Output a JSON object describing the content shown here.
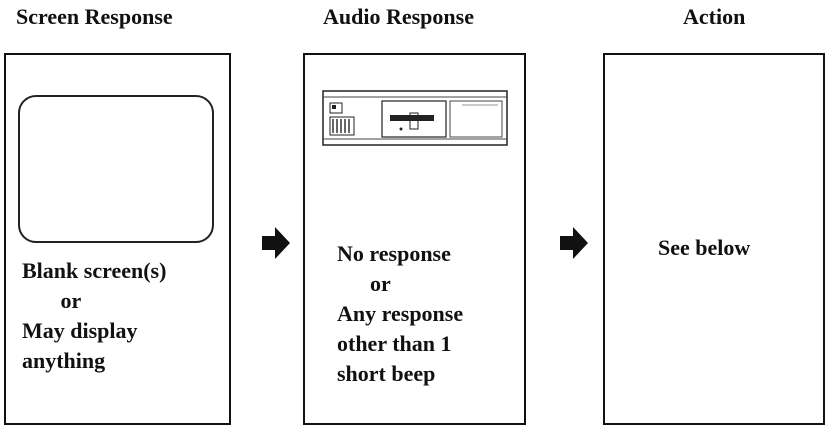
{
  "headers": {
    "screen": "Screen Response",
    "audio": "Audio Response",
    "action": "Action"
  },
  "panels": {
    "screen_text": "Blank screen(s)\n       or\nMay display\nanything",
    "audio_text": "No response\n      or\nAny response\nother than 1\nshort beep",
    "action_text": "See below"
  },
  "icons": {
    "monitor": "blank-monitor-icon",
    "system_unit": "system-unit-icon",
    "arrow": "right-arrow-icon"
  }
}
